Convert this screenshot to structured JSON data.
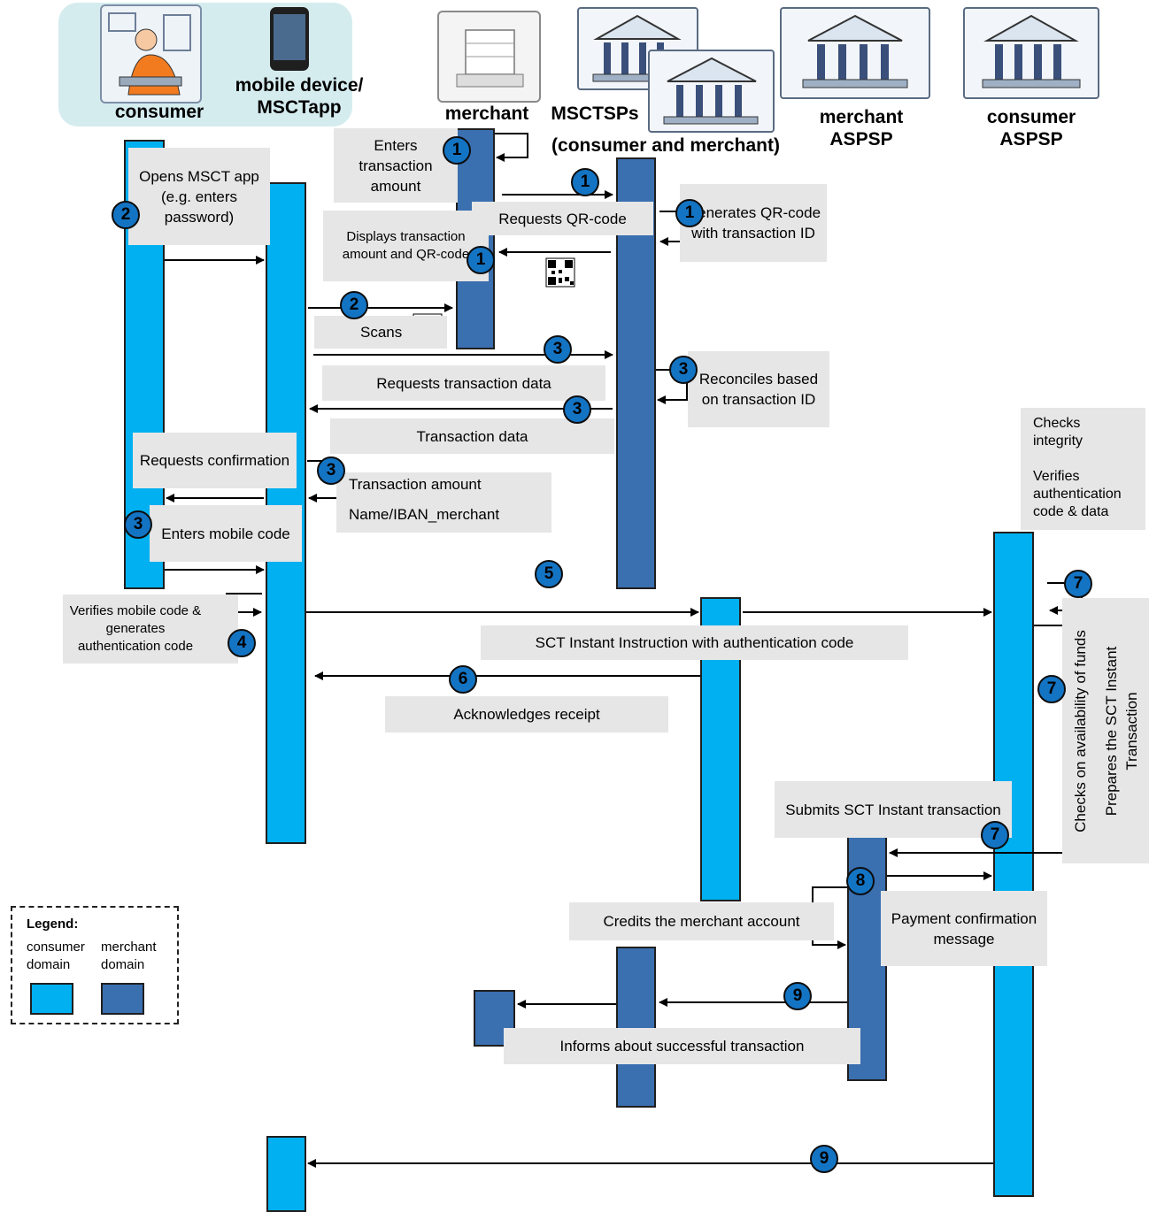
{
  "actors": {
    "consumer": "consumer",
    "mobile": "mobile device/ MSCTapp",
    "merchant": "merchant",
    "mscts_line1": "MSCTSPs",
    "mscts_line2": "(consumer and merchant)",
    "merchant_aspsp": "merchant ASPSP",
    "consumer_aspsp": "consumer ASPSP"
  },
  "notes": {
    "enters_amount": "Enters transaction amount",
    "opens_app": "Opens MSCT app (e.g. enters password)",
    "requests_qr": "Requests  QR-code",
    "generates_qr": "Generates QR-code with transaction ID",
    "displays": "Displays transaction amount and QR-code",
    "scans": "Scans",
    "requests_data": "Requests  transaction data",
    "reconciles": "Reconciles based on transaction ID",
    "transaction_data": "Transaction data",
    "requests_confirmation": "Requests confirmation",
    "tx_amount": "Transaction amount",
    "name_iban": "Name/IBAN_merchant",
    "enters_code": "Enters mobile code",
    "checks_integrity": "Checks integrity",
    "verifies_auth": "Verifies authentication code & data",
    "verifies_mobile": "Verifies mobile code & generates authentication code",
    "sct_instruction": "SCT  Instant  Instruction  with  authentication  code",
    "acknowledges": "Acknowledges  receipt",
    "checks_funds": "Checks on availability  of  funds",
    "prepares_sct": "Prepares the SCT Instant Transaction",
    "submits_sct": "Submits SCT Instant transaction",
    "credits": "Credits the merchant account",
    "payment_conf": "Payment confirmation message",
    "informs": "Informs about successful transaction"
  },
  "steps": {
    "s1": "1",
    "s2": "2",
    "s3": "3",
    "s4": "4",
    "s5": "5",
    "s6": "6",
    "s7": "7",
    "s8": "8",
    "s9": "9"
  },
  "legend": {
    "title": "Legend:",
    "consumer_domain": "consumer domain",
    "merchant_domain": "merchant domain"
  },
  "colors": {
    "consumer_domain": "#00b0f0",
    "merchant_domain": "#3a6fb0",
    "step_circle": "#1474c4",
    "note_bg": "#e6e6e6"
  }
}
